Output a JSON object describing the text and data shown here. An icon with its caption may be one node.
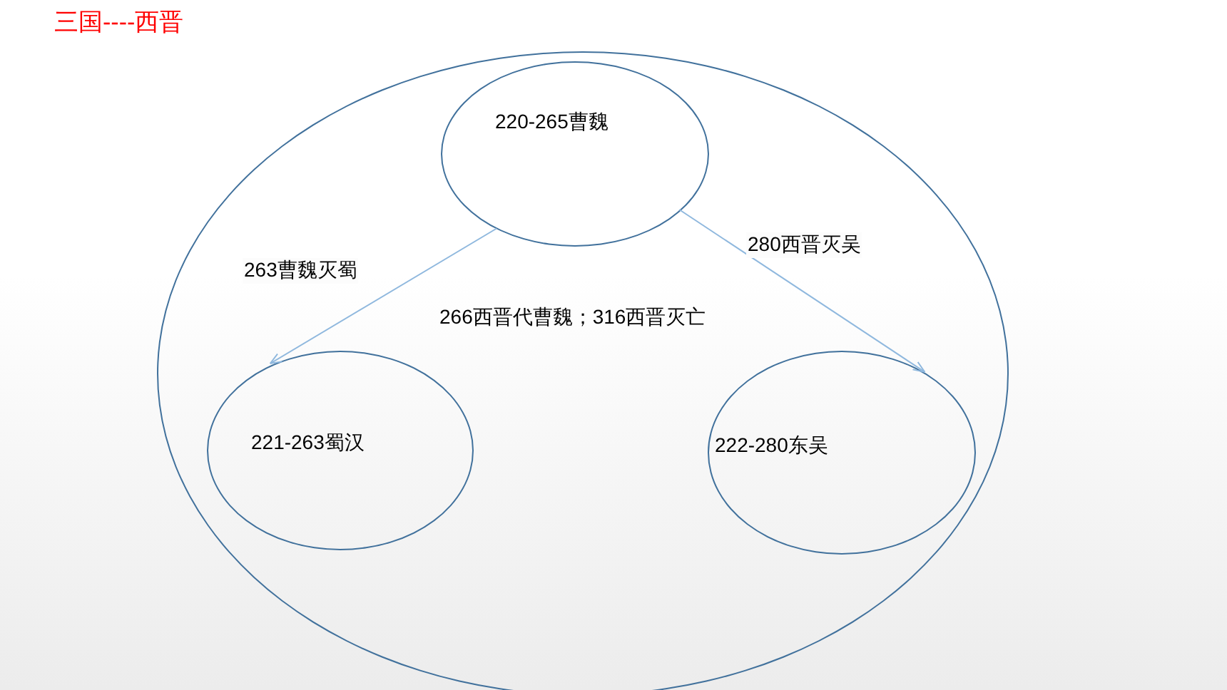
{
  "diagram": {
    "title": "三国----西晋",
    "nodes": [
      {
        "text": [
          "266西晋代曹魏；316西晋灭亡"
        ]
      },
      {
        "text": [
          "220-265曹魏"
        ],
        "in": 0
      },
      {
        "text": [
          "221-263蜀汉"
        ],
        "in": 0
      },
      {
        "text": [
          "222-280东吴"
        ],
        "in": 0
      }
    ],
    "edges": [
      {
        "from": 1,
        "to": 2,
        "arrow": "to",
        "label": "263曹魏灭蜀"
      },
      {
        "from": 1,
        "to": 3,
        "arrow": "to",
        "label": "280西晋灭吴"
      }
    ]
  }
}
